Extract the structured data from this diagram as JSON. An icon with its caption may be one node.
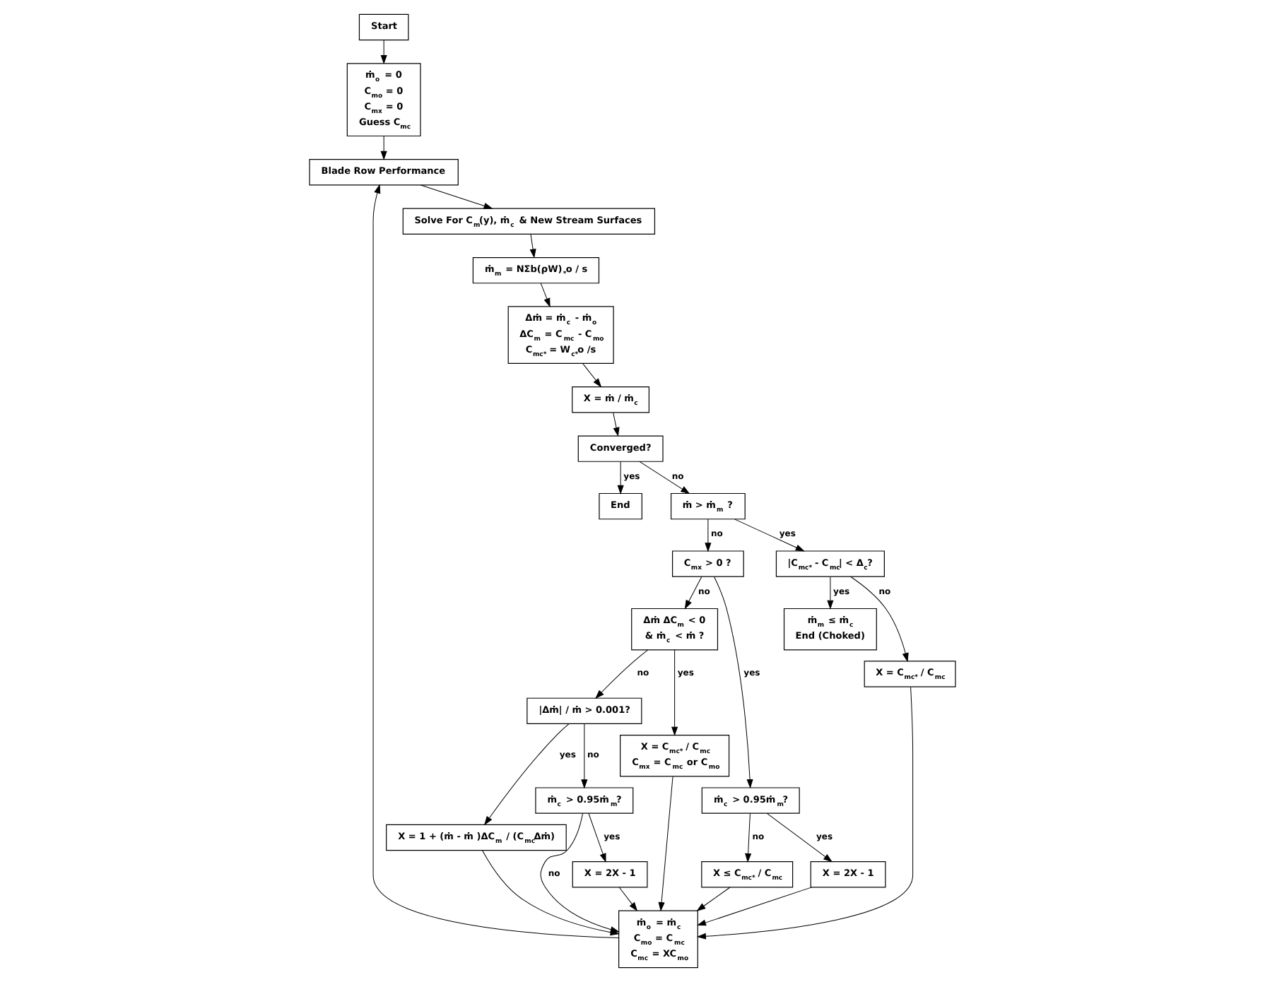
{
  "diagram": {
    "nodes": [
      {
        "text": [
          "ṁ$_{o}$ = 0",
          "C$_{mo}$ = 0",
          "C$_{mx}$ = 0",
          "Guess C$_{mc}$"
        ]
      },
      {
        "text": [
          "Start"
        ]
      },
      {
        "text": [
          "ṁ$_{o}$ = ṁ$_{c}$",
          "C$_{mo}$ = C$_{mc}$",
          "C$_{mc}$ = XC$_{mo}$"
        ]
      },
      {
        "text": [
          "Blade Row Performance"
        ]
      },
      {
        "text": [
          "Solve For C$_{m}$(y), ṁ$_{c}$ & New Stream Surfaces"
        ]
      },
      {
        "text": [
          "ṁ$_{m}$ = NΣb(ρW)$_{*}$o / s"
        ]
      },
      {
        "text": [
          "Δṁ = ṁ$_{c}$ - ṁ$_{o}$",
          "ΔC$_{m}$ = C$_{mc}$ - C$_{mo}$",
          "C$_{mc*}$ = W$_{c*}$o /s"
        ]
      },
      {
        "text": [
          "X = 1 + (ṁ - ṁ )ΔC$_{m}$ / (C$_{mc}$Δṁ)"
        ]
      },
      {
        "text": [
          "X = 2X - 1"
        ]
      },
      {
        "text": [
          "ṁ$_{c}$ > 0.95ṁ$_{m}$?"
        ]
      },
      {
        "text": [
          "|Δṁ| / ṁ > 0.001?"
        ]
      },
      {
        "text": [
          "X = ṁ / ṁ$_{c}$"
        ]
      },
      {
        "text": [
          "End"
        ]
      },
      {
        "text": [
          "Converged?"
        ]
      },
      {
        "text": [
          "X = C$_{mc*}$ / C$_{mc}$",
          "C$_{mx}$ = C$_{mc}$ or C$_{mo}$"
        ]
      },
      {
        "text": [
          "Δṁ ΔC$_{m}$ < 0",
          "& ṁ$_{c}$ < ṁ ?"
        ]
      },
      {
        "text": [
          "X ≤ C$_{mc*}$ / C$_{mc}$"
        ]
      },
      {
        "text": [
          "ṁ > ṁ$_{m}$ ?"
        ]
      },
      {
        "text": [
          "ṁ$_{m}$ ≤ ṁ$_{c}$",
          "End (Choked)"
        ]
      },
      {
        "text": [
          "X = 2X - 1"
        ]
      },
      {
        "text": [
          "ṁ$_{c}$ > 0.95ṁ$_{m}$?"
        ]
      },
      {
        "text": [
          "C$_{mx}$ > 0 ?"
        ]
      },
      {
        "text": [
          "X = C$_{mc*}$ / C$_{mc}$"
        ]
      },
      {
        "text": [
          "|C$_{mc*}$ - C$_{mc}$| < Δ$_{c}$?"
        ]
      }
    ],
    "edges": [
      {
        "from": 1,
        "to": 0,
        "arrow": "to"
      },
      {
        "from": 0,
        "to": 3,
        "arrow": "to"
      },
      {
        "from": 2,
        "to": 3,
        "arrow": "to"
      },
      {
        "from": 3,
        "to": 4,
        "arrow": "to"
      },
      {
        "from": 4,
        "to": 5,
        "arrow": "to"
      },
      {
        "from": 5,
        "to": 6,
        "arrow": "to"
      },
      {
        "from": 6,
        "to": 11,
        "arrow": "to"
      },
      {
        "from": 11,
        "to": 13,
        "arrow": "to"
      },
      {
        "from": 13,
        "to": 12,
        "arrow": "to",
        "label": "yes"
      },
      {
        "from": 13,
        "to": 17,
        "arrow": "to",
        "label": "no"
      },
      {
        "from": 17,
        "to": 21,
        "arrow": "to",
        "label": "no"
      },
      {
        "from": 17,
        "to": 23,
        "arrow": "to",
        "label": "yes"
      },
      {
        "from": 23,
        "to": 18,
        "arrow": "to",
        "label": "yes"
      },
      {
        "from": 23,
        "to": 22,
        "arrow": "to",
        "label": "no"
      },
      {
        "from": 22,
        "to": 2,
        "arrow": "to"
      },
      {
        "from": 21,
        "to": 20,
        "arrow": "to",
        "label": "yes"
      },
      {
        "from": 21,
        "to": 15,
        "arrow": "to",
        "label": "no"
      },
      {
        "from": 20,
        "to": 19,
        "arrow": "to",
        "label": "yes"
      },
      {
        "from": 20,
        "to": 16,
        "arrow": "to",
        "label": "no"
      },
      {
        "from": 19,
        "to": 2,
        "arrow": "to"
      },
      {
        "from": 16,
        "to": 2,
        "arrow": "to"
      },
      {
        "from": 15,
        "to": 14,
        "arrow": "to",
        "label": "yes"
      },
      {
        "from": 15,
        "to": 10,
        "arrow": "to",
        "label": "no"
      },
      {
        "from": 14,
        "to": 2,
        "arrow": "to"
      },
      {
        "from": 10,
        "to": 7,
        "arrow": "to",
        "label": "yes"
      },
      {
        "from": 10,
        "to": 9,
        "arrow": "to",
        "label": "no"
      },
      {
        "from": 9,
        "to": 8,
        "arrow": "to",
        "label": "yes"
      },
      {
        "from": 9,
        "to": 2,
        "arrow": "to",
        "label": "no"
      },
      {
        "from": 8,
        "to": 2,
        "arrow": "to"
      },
      {
        "from": 7,
        "to": 2,
        "arrow": "to"
      }
    ]
  }
}
